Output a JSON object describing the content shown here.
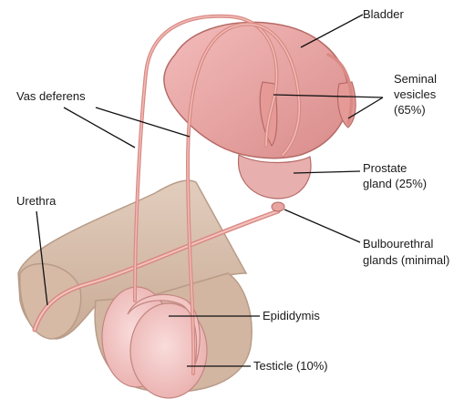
{
  "labels": {
    "bladder": "Bladder",
    "seminal_1": "Seminal",
    "seminal_2": "vesicles",
    "seminal_3": "(65%)",
    "vas_deferens": "Vas deferens",
    "prostate_1": "Prostate",
    "prostate_2": "gland (25%)",
    "urethra": "Urethra",
    "bulbo_1": "Bulbourethral",
    "bulbo_2": "glands (minimal)",
    "epididymis": "Epididymis",
    "testicle": "Testicle (10%)"
  },
  "colors": {
    "organ_fill": "#e9a8a6",
    "organ_stroke": "#b66a66",
    "tube": "#d98a84",
    "penis_fill": "#d8c0ae",
    "penis_stroke": "#b89c88",
    "testicle_fill": "#f2c4c2",
    "line": "#111111"
  }
}
